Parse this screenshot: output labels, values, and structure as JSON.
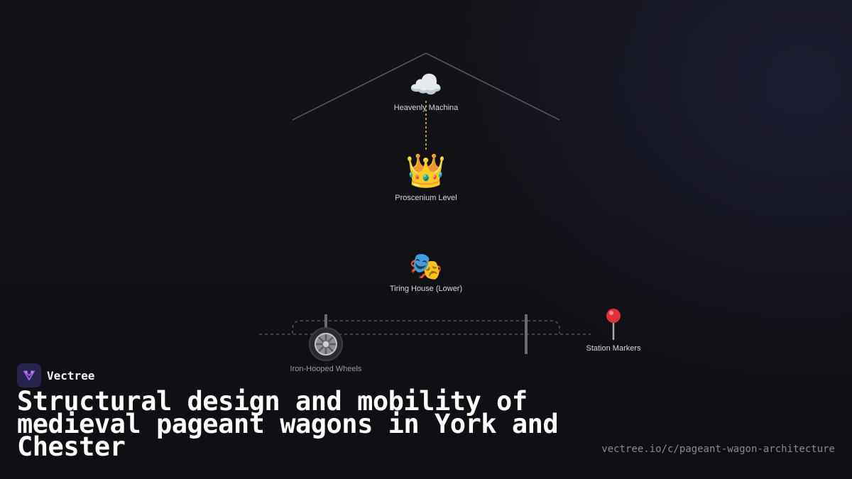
{
  "brand": {
    "name": "Vectree"
  },
  "title": "Structural design and mobility of medieval pageant wagons in York and Chester",
  "source_url": "vectree.io/c/pageant-wagon-architecture",
  "diagram": {
    "nodes": [
      {
        "id": "heavenly",
        "label": "Heavenly Machina",
        "icon": "cloud-icon",
        "glyph": "☁️"
      },
      {
        "id": "proscenium",
        "label": "Proscenium Level",
        "icon": "crown-icon",
        "glyph": "👑"
      },
      {
        "id": "tiring",
        "label": "Tiring House (Lower)",
        "icon": "theater-masks-icon",
        "glyph": "🎭"
      },
      {
        "id": "wheels",
        "label": "Iron-Hooped Wheels",
        "icon": "wheel-icon",
        "glyph": "🛞"
      },
      {
        "id": "stations",
        "label": "Station Markers",
        "icon": "map-pin-icon",
        "glyph": "📍"
      }
    ],
    "colors": {
      "roof_line": "#5a5a62",
      "hoist_line": "#e8c547",
      "wagon_outline": "#55555c",
      "post": "#6a6a70",
      "route": "#55555c"
    }
  }
}
